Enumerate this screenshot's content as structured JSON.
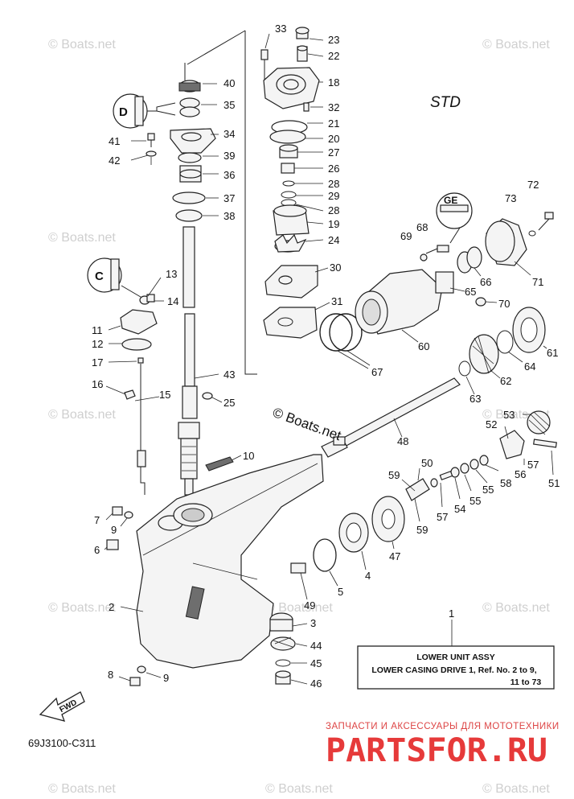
{
  "std_label": "STD",
  "diagram_code": "69J3100-C311",
  "fwd_label": "FWD",
  "copyright_mark": "© Boats.net",
  "watermark_text": "© Boats.net",
  "assembly_box": {
    "ref_number": "1",
    "title": "LOWER UNIT ASSY",
    "line1": "LOWER CASING DRIVE 1, Ref. No. 2 to 9,",
    "line2": "11 to 73"
  },
  "dealer": {
    "subtitle": "ЗАПЧАСТИ И АКСЕССУАРЫ ДЛЯ МОТОТЕХНИКИ",
    "logo_text": "PARTSFOR.RU"
  },
  "part_numbers": {
    "p2": "2",
    "p3": "3",
    "p4": "4",
    "p5": "5",
    "p6": "6",
    "p7": "7",
    "p8": "8",
    "p9a": "9",
    "p9b": "9",
    "p10": "10",
    "p11": "11",
    "p12": "12",
    "p13": "13",
    "p14": "14",
    "p15": "15",
    "p16": "16",
    "p17": "17",
    "p18": "18",
    "p19": "19",
    "p20": "20",
    "p21": "21",
    "p22": "22",
    "p23": "23",
    "p24": "24",
    "p25": "25",
    "p26": "26",
    "p27": "27",
    "p28a": "28",
    "p28b": "28",
    "p29": "29",
    "p30": "30",
    "p31": "31",
    "p32": "32",
    "p33": "33",
    "p34": "34",
    "p35": "35",
    "p36": "36",
    "p37": "37",
    "p38": "38",
    "p39": "39",
    "p40": "40",
    "p41": "41",
    "p42": "42",
    "p43": "43",
    "p44": "44",
    "p45": "45",
    "p46": "46",
    "p47": "47",
    "p48": "48",
    "p49": "49",
    "p50": "50",
    "p51": "51",
    "p52": "52",
    "p53": "53",
    "p54": "54",
    "p55a": "55",
    "p55b": "55",
    "p56": "56",
    "p57a": "57",
    "p57b": "57",
    "p58": "58",
    "p59a": "59",
    "p59b": "59",
    "p60": "60",
    "p61": "61",
    "p62": "62",
    "p63": "63",
    "p64": "64",
    "p65": "65",
    "p66": "66",
    "p67": "67",
    "p68": "68",
    "p69": "69",
    "p70": "70",
    "p71": "71",
    "p72": "72",
    "p73": "73"
  },
  "grease_marks": {
    "g1": "D",
    "g2": "C",
    "g3": "GE"
  }
}
